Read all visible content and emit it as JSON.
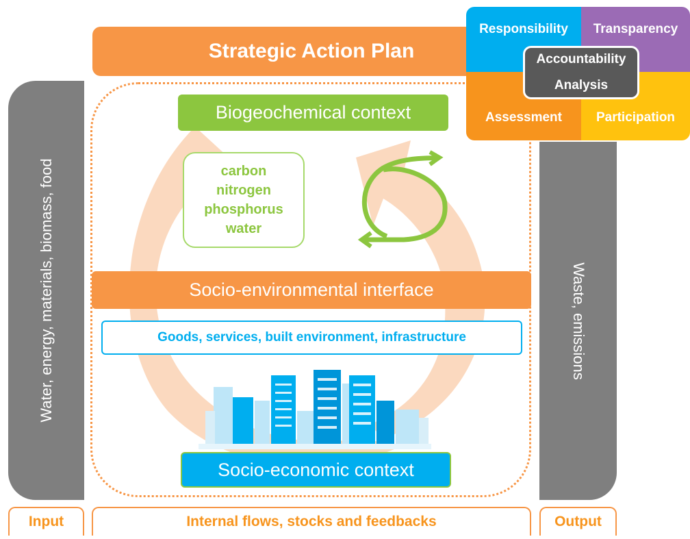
{
  "title": "Strategic Action Plan",
  "governance": {
    "responsibility": "Responsibility",
    "transparency": "Transparency",
    "assessment": "Assessment",
    "participation": "Participation",
    "accountability": "Accountability",
    "analysis": "Analysis"
  },
  "input_flow": "Water, energy, materials, biomass, food",
  "output_flow": "Waste, emissions",
  "biogeochemical_context": "Biogeochemical context",
  "elements": [
    "carbon",
    "nitrogen",
    "phosphorus",
    "water"
  ],
  "socio_environmental_interface": "Socio-environmental interface",
  "goods": "Goods, services, built environment, infrastructure",
  "socio_economic_context": "Socio-economic context",
  "bottom_labels": {
    "input": "Input",
    "internal": "Internal flows, stocks and feedbacks",
    "output": "Output"
  },
  "colors": {
    "orange": "#F79646",
    "green": "#8CC63F",
    "blue": "#00AEEF",
    "grey": "#7F7F7F",
    "purple": "#9B6BB5",
    "yellow": "#FFC20E",
    "cycle_arrow": "#FBD5B8"
  }
}
